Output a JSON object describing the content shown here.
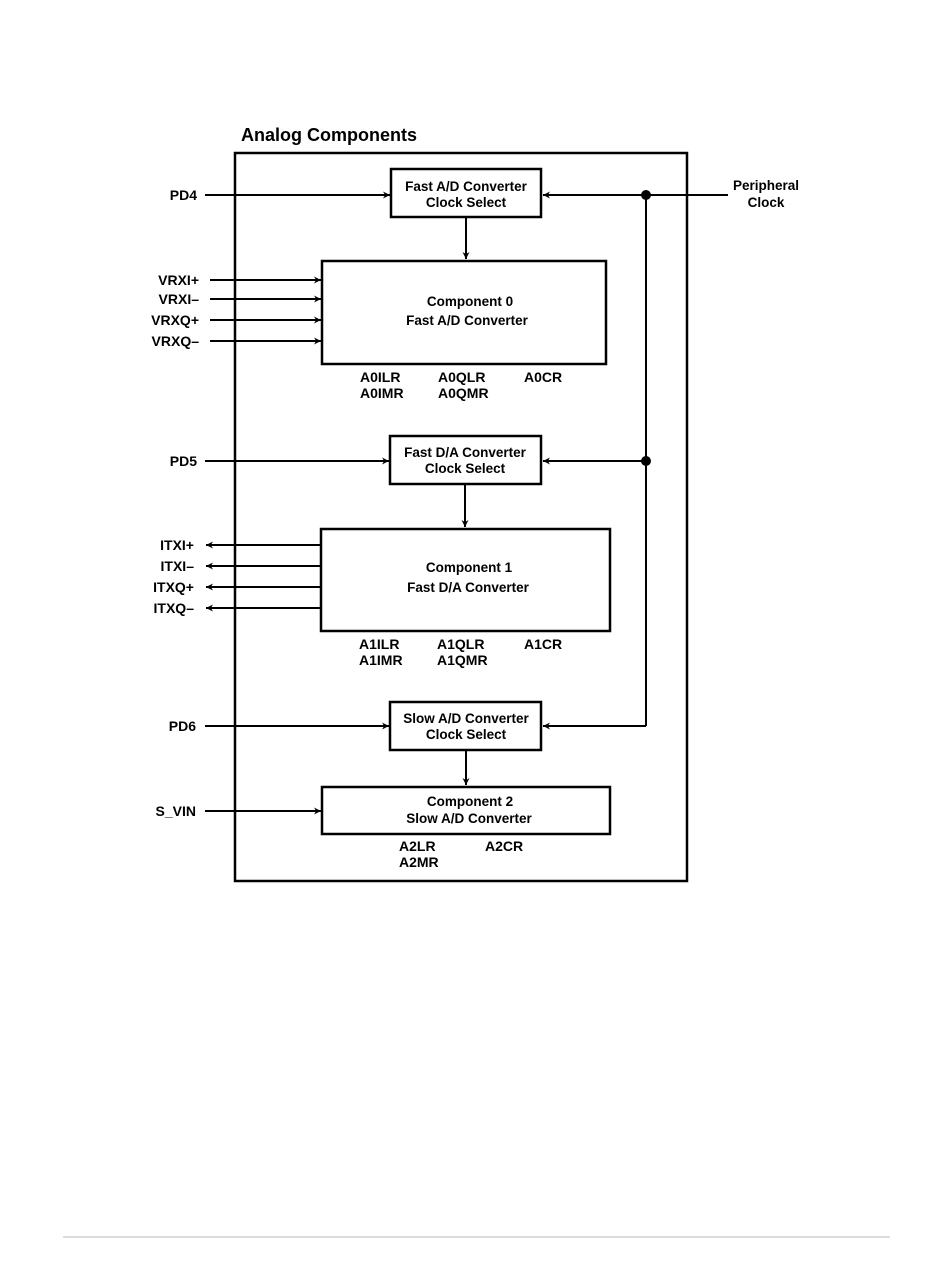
{
  "title": "Analog Components",
  "peripheral_clock": [
    "Peripheral",
    "Clock"
  ],
  "clock_selects": [
    {
      "line1": "Fast A/D Converter",
      "line2": "Clock Select",
      "pin": "PD4"
    },
    {
      "line1": "Fast D/A Converter",
      "line2": "Clock Select",
      "pin": "PD5"
    },
    {
      "line1": "Slow A/D Converter",
      "line2": "Clock Select",
      "pin": "PD6"
    }
  ],
  "components": [
    {
      "line1": "Component 0",
      "line2": "Fast  A/D Converter",
      "signals": [
        "VRXI+",
        "VRXI–",
        "VRXQ+",
        "VRXQ–"
      ],
      "direction": "in",
      "registers": [
        "A0ILR",
        "A0QLR",
        "A0CR",
        "A0IMR",
        "A0QMR"
      ]
    },
    {
      "line1": "Component 1",
      "line2": "Fast  D/A Converter",
      "signals": [
        "ITXI+",
        "ITXI–",
        "ITXQ+",
        "ITXQ–"
      ],
      "direction": "out",
      "registers": [
        "A1ILR",
        "A1QLR",
        "A1CR",
        "A1IMR",
        "A1QMR"
      ]
    },
    {
      "line1": "Component 2",
      "line2": "Slow  A/D Converter",
      "signals": [
        "S_VIN"
      ],
      "direction": "in",
      "registers": [
        "A2LR",
        "A2CR",
        "A2MR"
      ]
    }
  ]
}
